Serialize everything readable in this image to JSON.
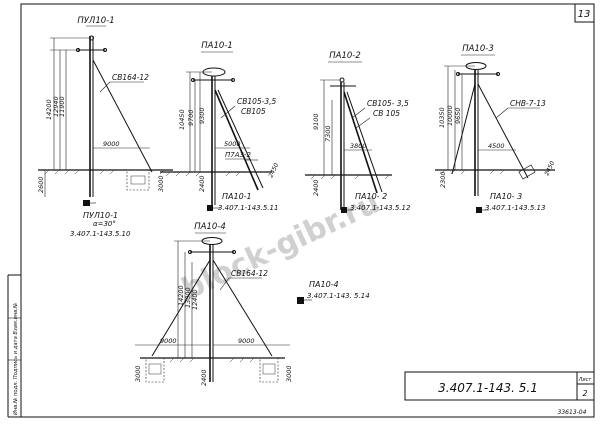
{
  "sheet": {
    "number": "13",
    "doc_code": "3.407.1-143. 5.1",
    "list_label": "Лист",
    "list_number": "2",
    "bottom_code": "33613-04",
    "watermark": "block-gibr.ru",
    "side_label": "Инв.№ подл.   Подпись и дата   Взам.инв.№"
  },
  "pul10_1": {
    "title": "ПУЛ10-1",
    "brace": "СВ164-12",
    "dims": {
      "total": "14200",
      "mid": "12940",
      "lower": "11900",
      "below": "2600",
      "span": "9000",
      "right": "3000"
    },
    "ref_title": "ПУЛ10-1",
    "ref_angle": "α=30°",
    "ref_code": "3.407.1-143.5.10"
  },
  "pa10_1": {
    "title": "ПА10-1",
    "braces": [
      "СВ105-3,5",
      "СВ105"
    ],
    "plate": "П7А3-2",
    "dims": {
      "total": "10450",
      "mid": "9700",
      "lower": "9300",
      "below": "2400",
      "span": "5000",
      "bolt": "2450"
    },
    "ref_title": "ПА10-1",
    "ref_code": "3.407.1-143.5.11"
  },
  "pa10_2": {
    "title": "ПА10-2",
    "braces": [
      "СВ105- 3,5",
      "СВ 105"
    ],
    "dims": {
      "total": "9100",
      "mid": "7300",
      "below": "2400",
      "span": "3800"
    },
    "ref_title": "ПА10- 2",
    "ref_code": "3.407.1-143.5.12"
  },
  "pa10_3": {
    "title": "ПА10-3",
    "brace": "СНВ-7-13",
    "dims": {
      "total": "10350",
      "mid": "10000",
      "lower": "9650",
      "below": "2300",
      "span": "4500",
      "bolt": "2450"
    },
    "ref_title": "ПА10- 3",
    "ref_code": "3.407.1-143.5.13"
  },
  "pa10_4": {
    "title": "ПА10-4",
    "brace": "СВ164-12",
    "dims": {
      "total": "14200",
      "mid": "13000",
      "lower": "12400",
      "below": "2400",
      "left_span": "9000",
      "right_span": "9000",
      "left_depth": "3000",
      "right_depth": "3000"
    },
    "ref_title": "ПА10-4",
    "ref_code": "3.407.1-143. 5.14"
  }
}
